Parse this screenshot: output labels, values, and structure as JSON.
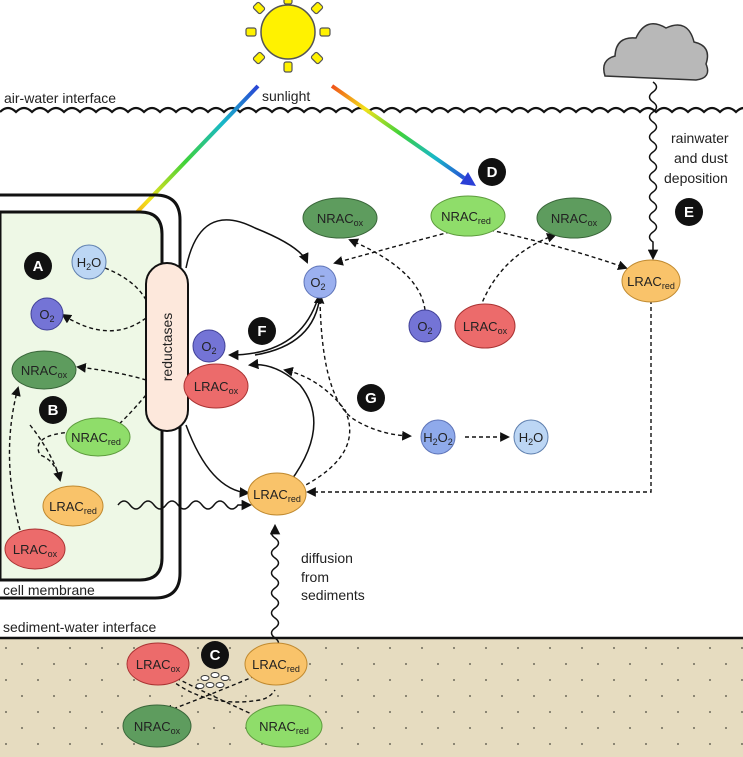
{
  "labels": {
    "sunlight": "sunlight",
    "air_water": "air-water interface",
    "sediment_water": "sediment-water interface",
    "cell_membrane": "cell membrane",
    "reductases": "reductases",
    "rainwater_1": "rainwater",
    "rainwater_2": "and dust",
    "rainwater_3": "deposition",
    "diffusion_1": "diffusion",
    "diffusion_2": "from",
    "diffusion_3": "sediments"
  },
  "badges": {
    "A": "A",
    "B": "B",
    "C": "C",
    "D": "D",
    "E": "E",
    "F": "F",
    "G": "G"
  },
  "species": {
    "h2o_base": "H",
    "h2o_sub": "2",
    "h2o_tail": "O",
    "o2_base": "O",
    "o2_sub": "2",
    "h2o2_base": "H",
    "h2o2_sub": "2",
    "h2o2_mid": "O",
    "h2o2_sub2": "2",
    "superoxide_base": "O",
    "superoxide_sub": "2",
    "superoxide_sup": "−",
    "nrac": "NRAC",
    "lrac": "LRAC",
    "ox": "ox",
    "red": "red"
  },
  "colors": {
    "cell_fill": "#eef8e6",
    "reductase_fill": "#fde8dc",
    "nrac_ox": "#5e9c5e",
    "nrac_red": "#8fdd6a",
    "lrac_ox": "#ec6b6b",
    "lrac_red": "#f9c36a",
    "o2": "#7474d6",
    "superoxide": "#9bb0ef",
    "h2o2": "#8faaeb",
    "h2o": "#bcd6f4",
    "sediment": "#e6dcc0",
    "sun": "#fff200",
    "cloud": "#b8b8b8"
  }
}
